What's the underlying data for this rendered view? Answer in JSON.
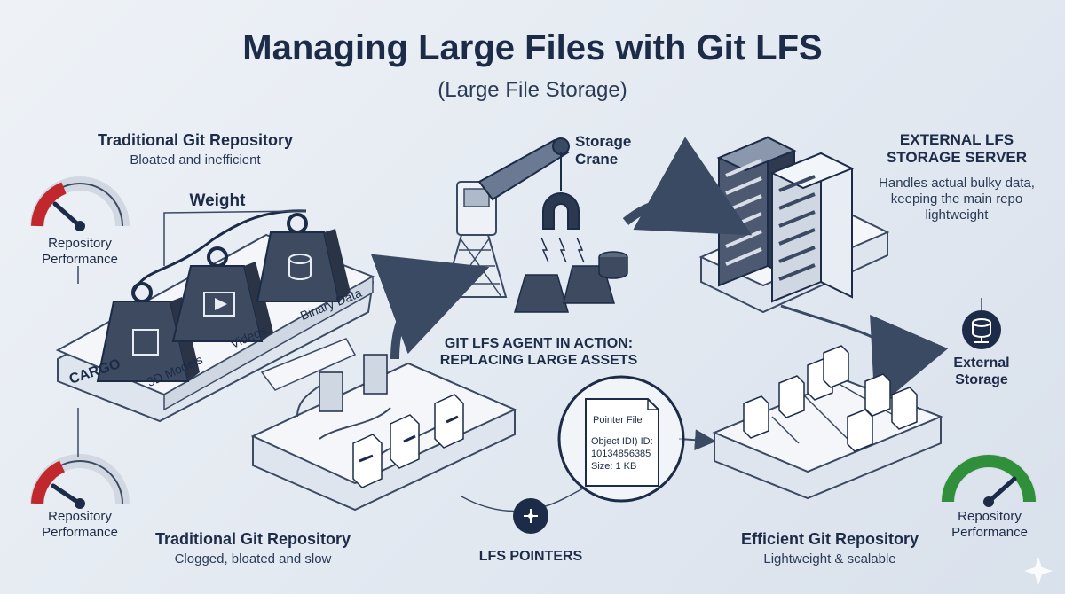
{
  "header": {
    "title": "Managing Large Files with Git LFS",
    "subtitle": "(Large File Storage)"
  },
  "traditional_top": {
    "title": "Traditional Git Repository",
    "subtitle": "Bloated and inefficient",
    "weight_label": "Weight",
    "gauge_label": "Repository Performance",
    "gauge_level": 0.12,
    "platform_label": "CARGO",
    "weights": [
      "3D Models",
      "Videos",
      "Binary Data"
    ]
  },
  "crane": {
    "label": "Storage Crane"
  },
  "lfs_server": {
    "title": "EXTERNAL LFS STORAGE SERVER",
    "description": "Handles actual bulky data, keeping the main repo lightweight"
  },
  "external_storage": {
    "label": "External Storage"
  },
  "agent": {
    "label": "GIT LFS AGENT IN ACTION: REPLACING LARGE ASSETS"
  },
  "pointer_file": {
    "title": "Pointer File",
    "line1": "Object IDI) ID:",
    "line2": "10134856385",
    "line3": "Size: 1 KB"
  },
  "lfs_pointers": {
    "label": "LFS POINTERS"
  },
  "traditional_bottom": {
    "title": "Traditional Git Repository",
    "subtitle": "Clogged, bloated and slow",
    "gauge_label": "Repository Performance",
    "gauge_level": 0.1
  },
  "efficient": {
    "title": "Efficient Git Repository",
    "subtitle": "Lightweight & scalable",
    "gauge_label": "Repository Performance",
    "gauge_level": 0.92
  },
  "colors": {
    "navy": "#1c2b47",
    "slate": "#3b4a63",
    "platform": "#eef1f6",
    "gauge_bad": "#c0282d",
    "gauge_good": "#2f8f3a"
  }
}
